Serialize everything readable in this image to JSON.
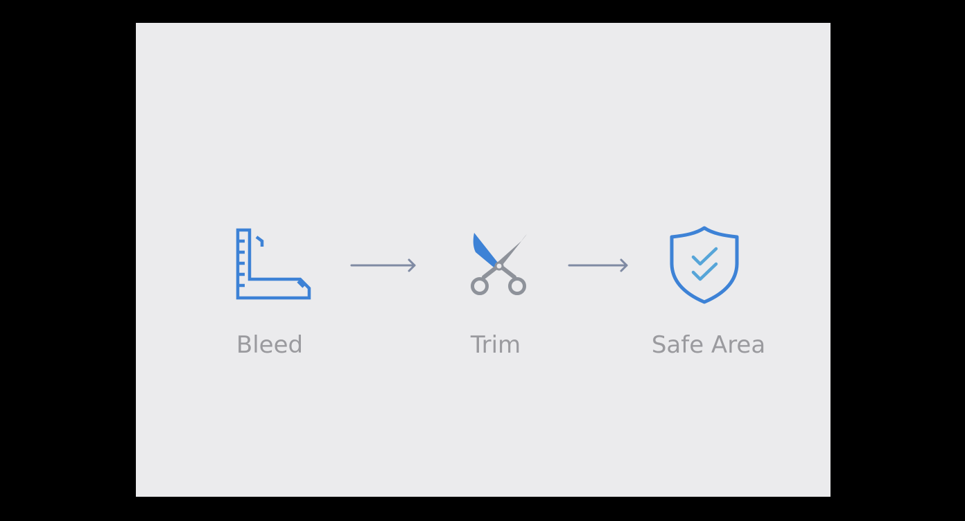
{
  "diagram": {
    "steps": [
      {
        "id": "bleed",
        "label": "Bleed",
        "icon": "ruler-corner-icon"
      },
      {
        "id": "trim",
        "label": "Trim",
        "icon": "scissors-icon"
      },
      {
        "id": "safe",
        "label": "Safe Area",
        "icon": "shield-check-icon"
      }
    ],
    "colors": {
      "background": "#000000",
      "card": "#ebebed",
      "accent_blue": "#3d82d6",
      "check_blue": "#56a5d8",
      "scissors_gray": "#8e929a",
      "arrow": "#7f8aa3",
      "label": "#9a9a9e"
    }
  }
}
